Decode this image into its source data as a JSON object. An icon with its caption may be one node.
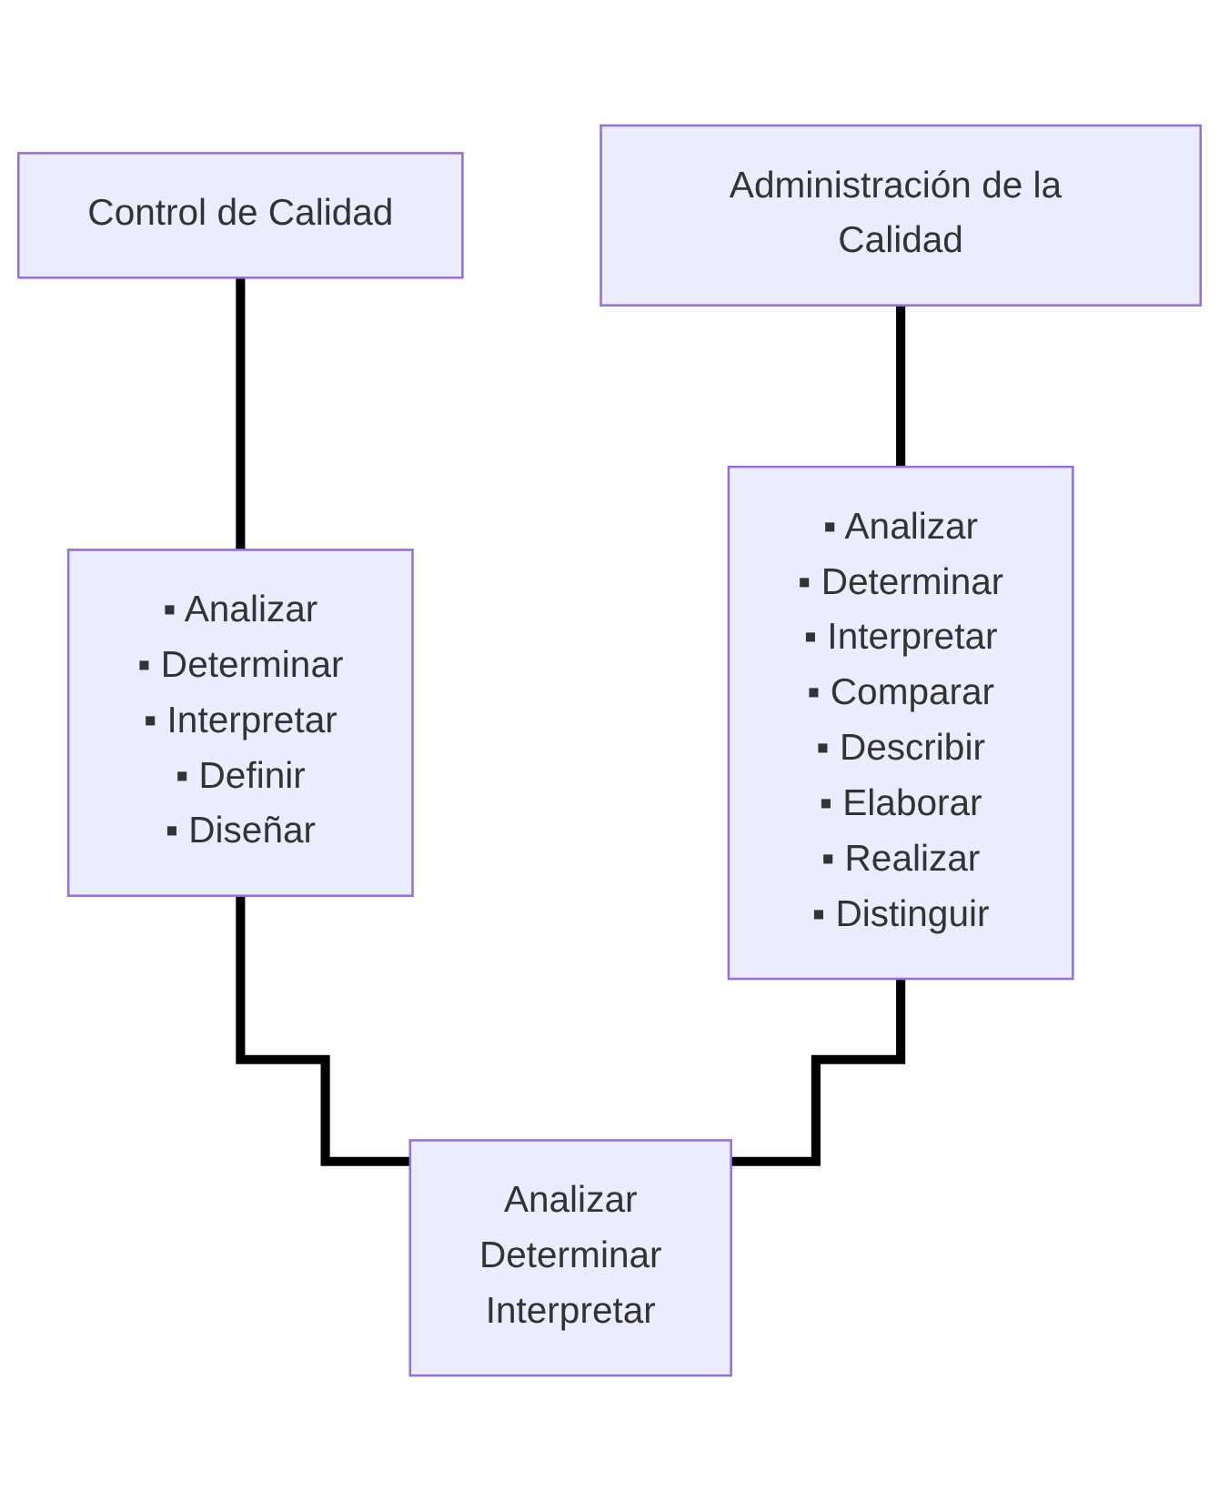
{
  "diagram": {
    "nodes": [
      {
        "text": [
          "Control de Calidad"
        ]
      },
      {
        "text": [
          "Administración de la Calidad"
        ]
      },
      {
        "text": [
          "▪ Analizar",
          "▪ Determinar",
          "▪ Interpretar",
          "▪ Definir",
          "▪ Diseñar"
        ]
      },
      {
        "text": [
          "▪ Analizar",
          "▪ Determinar",
          "▪ Interpretar",
          "▪ Comparar",
          "▪ Describir",
          "▪ Elaborar",
          "▪ Realizar",
          "▪ Distinguir"
        ]
      },
      {
        "text": [
          "Analizar",
          "Determinar",
          "Interpretar"
        ]
      }
    ],
    "edges": [
      {
        "from": 0,
        "to": 2,
        "arrow": "none"
      },
      {
        "from": 1,
        "to": 3,
        "arrow": "none"
      },
      {
        "from": 2,
        "to": 4,
        "arrow": "none"
      },
      {
        "from": 3,
        "to": 4,
        "arrow": "none"
      }
    ]
  }
}
